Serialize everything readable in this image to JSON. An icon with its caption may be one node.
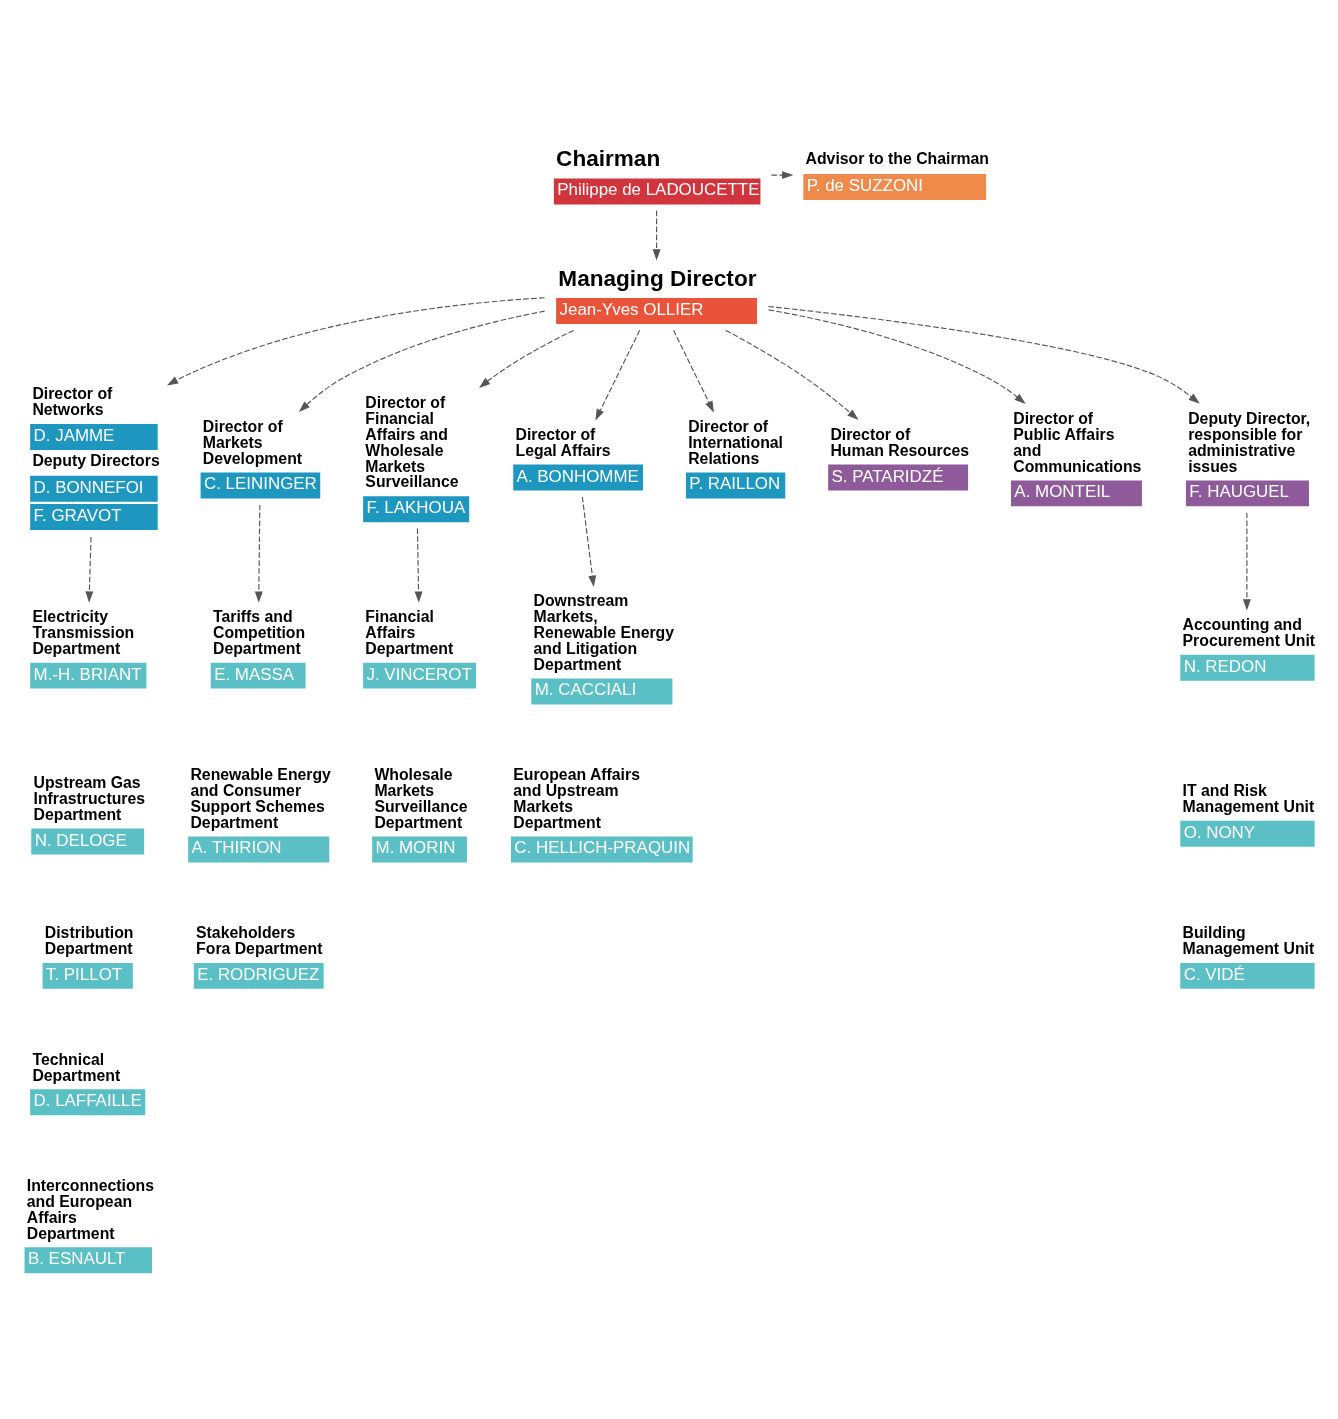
{
  "diagram": {
    "nodes": [
      {
        "text": [
          "Chairman",
          "Philippe de LADOUCETTE"
        ]
      },
      {
        "text": [
          "Advisor to the Chairman",
          "P. de SUZZONI"
        ]
      },
      {
        "text": [
          "Managing Director",
          "Jean-Yves OLLIER"
        ]
      },
      {
        "text": [
          "Director of Networks",
          "D. JAMME",
          "Deputy Directors",
          "D. BONNEFOI",
          "F. GRAVOT"
        ]
      },
      {
        "text": [
          "Director of Markets Development",
          "C. LEININGER"
        ]
      },
      {
        "text": [
          "Director of Financial Affairs and Wholesale Markets Surveillance",
          "F. LAKHOUA"
        ]
      },
      {
        "text": [
          "Director of Legal Affairs",
          "A. BONHOMME"
        ]
      },
      {
        "text": [
          "Director of International Relations",
          "P. RAILLON"
        ]
      },
      {
        "text": [
          "Director of Human Resources",
          "S. PATARIDZÉ"
        ]
      },
      {
        "text": [
          "Director of Public Affairs and Communications",
          "A. MONTEIL"
        ]
      },
      {
        "text": [
          "Deputy Director, responsible for administrative issues",
          "F. HAUGUEL"
        ]
      },
      {
        "text": [
          "Electricity Transmission Department",
          "M.-H. BRIANT"
        ]
      },
      {
        "text": [
          "Upstream Gas Infrastructures Department",
          "N. DELOGE"
        ]
      },
      {
        "text": [
          "Distribution Department",
          "T. PILLOT"
        ]
      },
      {
        "text": [
          "Technical Department",
          "D. LAFFAILLE"
        ]
      },
      {
        "text": [
          "Interconnections and European Affairs Department",
          "B. ESNAULT"
        ]
      },
      {
        "text": [
          "Tariffs and Competition Department",
          "E. MASSA"
        ]
      },
      {
        "text": [
          "Renewable Energy and Consumer Support Schemes Department",
          "A. THIRION"
        ]
      },
      {
        "text": [
          "Stakeholders Fora Department",
          "E. RODRIGUEZ"
        ]
      },
      {
        "text": [
          "Financial Affairs Department",
          "J. VINCEROT"
        ]
      },
      {
        "text": [
          "Wholesale Markets Surveillance Department",
          "M. MORIN"
        ]
      },
      {
        "text": [
          "Downstream Markets, Renewable Energy and Litigation Department",
          "M. CACCIALI"
        ]
      },
      {
        "text": [
          "European Affairs and Upstream Markets Department",
          "C. HELLICH-PRAQUIN"
        ]
      },
      {
        "text": [
          "Accounting and Procurement Unit",
          "N. REDON"
        ]
      },
      {
        "text": [
          "IT and Risk Management Unit",
          "O. NONY"
        ]
      },
      {
        "text": [
          "Building Management Unit",
          "C. VIDÉ"
        ]
      }
    ],
    "edges": [
      {
        "from": 0,
        "to": 1,
        "arrow": "to",
        "style": "dashed"
      },
      {
        "from": 0,
        "to": 2,
        "arrow": "to",
        "style": "dashed"
      },
      {
        "from": 2,
        "to": 3,
        "arrow": "to",
        "style": "dashed"
      },
      {
        "from": 2,
        "to": 4,
        "arrow": "to",
        "style": "dashed"
      },
      {
        "from": 2,
        "to": 5,
        "arrow": "to",
        "style": "dashed"
      },
      {
        "from": 2,
        "to": 6,
        "arrow": "to",
        "style": "dashed"
      },
      {
        "from": 2,
        "to": 7,
        "arrow": "to",
        "style": "dashed"
      },
      {
        "from": 2,
        "to": 8,
        "arrow": "to",
        "style": "dashed"
      },
      {
        "from": 2,
        "to": 9,
        "arrow": "to",
        "style": "dashed"
      },
      {
        "from": 2,
        "to": 10,
        "arrow": "to",
        "style": "dashed"
      },
      {
        "from": 3,
        "to": 11,
        "arrow": "to",
        "style": "dashed"
      },
      {
        "from": 4,
        "to": 16,
        "arrow": "to",
        "style": "dashed"
      },
      {
        "from": 5,
        "to": 19,
        "arrow": "to",
        "style": "dashed"
      },
      {
        "from": 6,
        "to": 21,
        "arrow": "to",
        "style": "dashed"
      },
      {
        "from": 10,
        "to": 23,
        "arrow": "to",
        "style": "dashed"
      }
    ]
  }
}
